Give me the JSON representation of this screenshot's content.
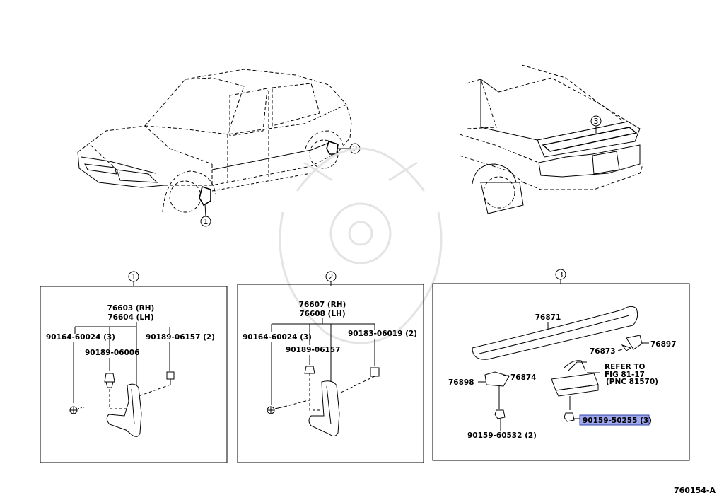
{
  "figure_code": "760154-A",
  "overview": {
    "callouts": [
      "1",
      "2",
      "3"
    ]
  },
  "panels": [
    {
      "callout": "1",
      "part_main_rh": "76603 (RH)",
      "part_main_lh": "76604 (LH)",
      "bolt_left": "90164-60024 (3)",
      "clip_center": "90189-06006",
      "clip_right": "90189-06157 (2)"
    },
    {
      "callout": "2",
      "part_main_rh": "76607 (RH)",
      "part_main_lh": "76608 (LH)",
      "bolt_left": "90164-60024 (3)",
      "clip_center": "90189-06157",
      "clip_right": "90183-06019 (2)"
    },
    {
      "callout": "3",
      "spoiler": "76871",
      "end_cap": "76897",
      "end_pad": "76873",
      "bracket_left": "76898",
      "bracket_right": "76874",
      "refer_line1": "REFER TO",
      "refer_line2": "FIG 81-17",
      "refer_line3": "(PNC 81570)",
      "nut_bottom": "90159-60532 (2)",
      "nut_highlighted": "90159-50255 (3)"
    }
  ],
  "colors": {
    "highlight_fill": "#9ea8ef",
    "highlight_border": "#3344aa"
  }
}
